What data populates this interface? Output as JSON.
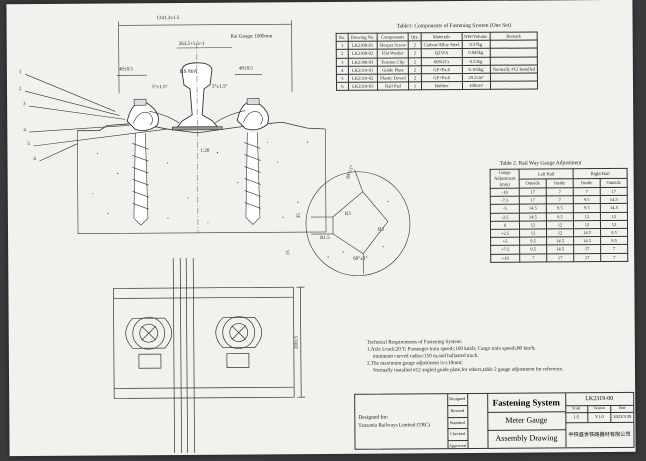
{
  "drawing": {
    "dimensions": {
      "overall": "1341.3±1.5",
      "rail_gauge": "Rai Gauge: 1000mm",
      "inner": "263.5+1.5/-1",
      "left_offset": "48±0.5",
      "right_offset": "48±0.5",
      "clip_angle_left": "5°±1.5°",
      "clip_angle_right": "5°±1.5°",
      "rail_type": "BS 80A",
      "cant": "1:20",
      "plate_length": "200±3",
      "section_offset": "35",
      "section_height": "15"
    },
    "callouts": [
      "1",
      "2",
      "3",
      "4",
      "5",
      "6"
    ],
    "detail": {
      "angle_top": "60°±1°",
      "angle_bottom": "60°±1°",
      "r1": "R3",
      "r2": "R3",
      "r3": "R1.5"
    }
  },
  "table1": {
    "caption": "Table1: Components of Fastening System (One Set)",
    "headers": [
      "No.",
      "Drawing No.",
      "Components",
      "Qty.",
      "Materials",
      "NW/Volume",
      "Remark"
    ],
    "rows": [
      [
        "1",
        "LK2308-01",
        "Sleeper Screw",
        "2",
        "Carbon/Alloy Steel",
        "0.57kg",
        ""
      ],
      [
        "2",
        "LK2308-02",
        "Flat Washer",
        "2",
        "Q235A",
        "0.045kg",
        ""
      ],
      [
        "3",
        "LK2308-03",
        "Tension Clip",
        "2",
        "60Si2Cr",
        "0.53kg",
        ""
      ],
      [
        "4",
        "LK2319-01",
        "Guide Plate",
        "2",
        "GF+Pa.6",
        "0.165kg",
        "Normally #12 Installed"
      ],
      [
        "5",
        "LK2319-02",
        "Plastic Dowel",
        "2",
        "GF+Pa.6",
        "29.2cm³",
        ""
      ],
      [
        "6",
        "LK2319-03",
        "Rail Pad",
        "1",
        "Rubber",
        "100cm³",
        ""
      ]
    ]
  },
  "table2": {
    "caption": "Table 2. Rail Way Gauge Adjustment",
    "header_gauge": "Gauge Adjustment (mm)",
    "header_left": "Left Rail",
    "header_right": "Right Rail",
    "sub": [
      "Outside",
      "Inside",
      "Inside",
      "Outside"
    ],
    "rows": [
      [
        "-10",
        "17",
        "7",
        "7",
        "17"
      ],
      [
        "-7.5",
        "17",
        "7",
        "9.5",
        "14.5"
      ],
      [
        "-5",
        "14.5",
        "9.5",
        "9.5",
        "14.5"
      ],
      [
        "-2.5",
        "14.5",
        "9.5",
        "12",
        "12"
      ],
      [
        "0",
        "12",
        "12",
        "12",
        "12"
      ],
      [
        "+2.5",
        "12",
        "12",
        "14.5",
        "9.5"
      ],
      [
        "+5",
        "9.5",
        "14.5",
        "14.5",
        "9.5"
      ],
      [
        "+7.5",
        "9.5",
        "14.5",
        "17",
        "7"
      ],
      [
        "+10",
        "7",
        "17",
        "17",
        "7"
      ]
    ]
  },
  "requirements": {
    "title": "Technical Requirements of Fastening System:",
    "line1": "1.Axle Load≤20 T; Passenger train speed≤100 km/h; Cargo train speed≤80 km/h;",
    "line2": "minimum curved radius:150 m,and ballasted track.",
    "line3": "2.The maximum gauge adjustment is:±10mm;",
    "line4": "Normally installed #12 angled guide plate,for others,table 2 gauge adjustment for reference."
  },
  "title_block": {
    "designed_for_label": "Designed for:",
    "client": "Tanzania Railways Limited (TRC)",
    "roles": [
      "Designed",
      "Revised",
      "Standard",
      "Checked",
      "Approved"
    ],
    "title": "Fastening System",
    "subtitle": "Meter Gauge",
    "doc_type": "Assembly Drawing",
    "drawing_no": "LK2319-00",
    "scale_label": "Scale",
    "version_label": "Version",
    "date_label": "Date",
    "scale": "1:5",
    "version": "V1.0",
    "date": "2023/3/29",
    "company": "中铁盛世铁路器材有限公司"
  }
}
